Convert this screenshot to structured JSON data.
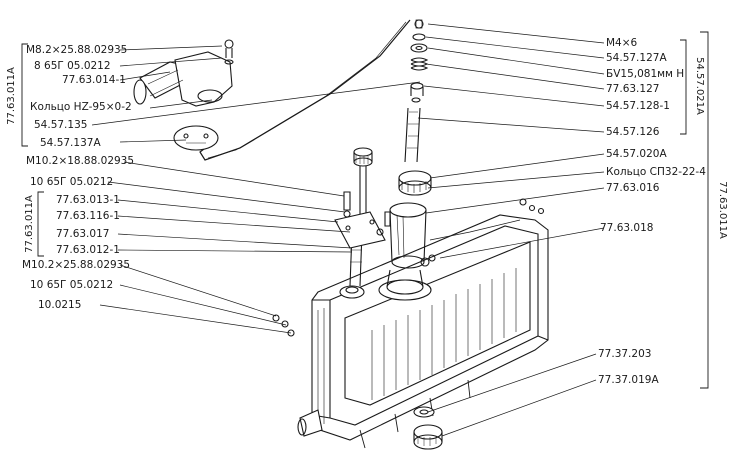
{
  "colors": {
    "ink": "#1a1a1a",
    "paper": "#ffffff"
  },
  "labels_left": [
    {
      "id": "m8",
      "text": "M8.2×25.88.02935"
    },
    {
      "id": "b65g-top",
      "text": "8 65Г 05.0212"
    },
    {
      "id": "p7763014",
      "text": "77.63.014-1"
    },
    {
      "id": "ring-hz",
      "text": "Кольцо НZ-95×0-2"
    },
    {
      "id": "p5457135",
      "text": "54.57.135"
    },
    {
      "id": "p5457137a",
      "text": "54.57.137A"
    },
    {
      "id": "m10-18",
      "text": "M10.2×18.88.02935"
    },
    {
      "id": "b65g-mid",
      "text": "10 65Г 05.0212"
    },
    {
      "id": "p7763013",
      "text": "77.63.013-1"
    },
    {
      "id": "p7763116",
      "text": "77.63.116-1"
    },
    {
      "id": "p7763017",
      "text": "77.63.017"
    },
    {
      "id": "p7763012",
      "text": "77.63.012-1"
    },
    {
      "id": "m10-25",
      "text": "M10.2×25.88.02935"
    },
    {
      "id": "b65g-low",
      "text": "10 65Г 05.0212"
    },
    {
      "id": "p100215",
      "text": "10.0215"
    }
  ],
  "labels_right": [
    {
      "id": "m4x6",
      "text": "M4×6"
    },
    {
      "id": "p5457127a",
      "text": "54.57.127A"
    },
    {
      "id": "bv15",
      "text": "БV15,081мм Н"
    },
    {
      "id": "p7763127",
      "text": "77.63.127"
    },
    {
      "id": "p5457128",
      "text": "54.57.128-1"
    },
    {
      "id": "p5457126",
      "text": "54.57.126"
    },
    {
      "id": "p5457020a",
      "text": "54.57.020A"
    },
    {
      "id": "ring-sp",
      "text": "Кольцо СП32-22-4"
    },
    {
      "id": "p7763016",
      "text": "77.63.016"
    },
    {
      "id": "p7763018",
      "text": "77.63.018"
    },
    {
      "id": "p7737203",
      "text": "77.37.203"
    },
    {
      "id": "p7737019a",
      "text": "77.37.019A"
    }
  ],
  "brackets": {
    "left_top": "77.63.011A",
    "left_mid": "77.63.011A",
    "right_inner": "54.57.021A",
    "right_outer": "77.63.011A"
  }
}
